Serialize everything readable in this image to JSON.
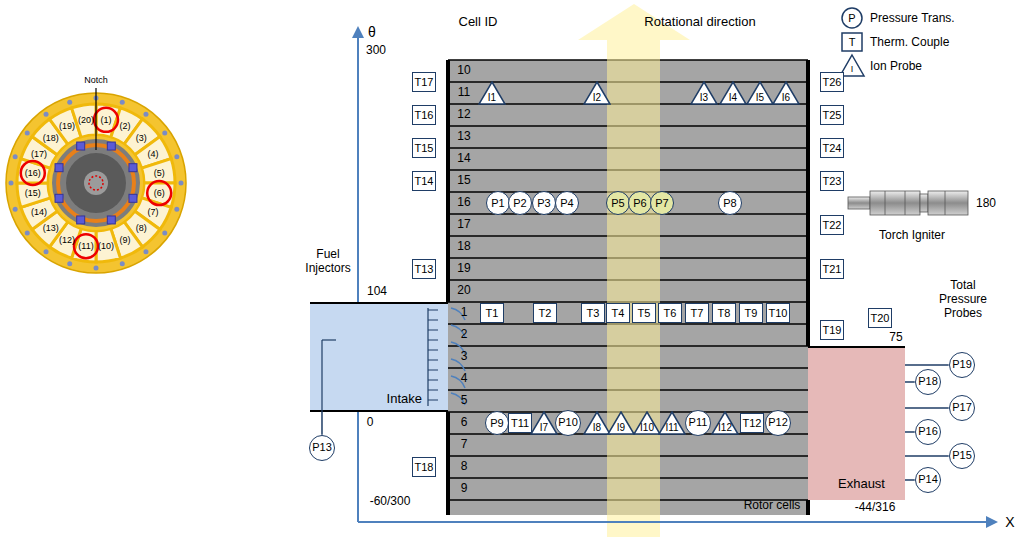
{
  "diagram": {
    "nodes": [
      {
        "text": [
          "T17"
        ]
      },
      {
        "text": [
          "T16"
        ]
      },
      {
        "text": [
          "T15"
        ]
      },
      {
        "text": [
          "T14"
        ]
      },
      {
        "text": [
          "T13"
        ]
      },
      {
        "text": [
          "T18"
        ]
      },
      {
        "text": [
          "I1"
        ]
      },
      {
        "text": [
          "I2"
        ]
      },
      {
        "text": [
          "I3"
        ]
      },
      {
        "text": [
          "I4"
        ]
      },
      {
        "text": [
          "I5"
        ]
      },
      {
        "text": [
          "I6"
        ]
      },
      {
        "text": [
          "P1"
        ]
      },
      {
        "text": [
          "P2"
        ]
      },
      {
        "text": [
          "P3"
        ]
      },
      {
        "text": [
          "P4"
        ]
      },
      {
        "text": [
          "P5"
        ]
      },
      {
        "text": [
          "P6"
        ]
      },
      {
        "text": [
          "P7"
        ]
      },
      {
        "text": [
          "P8"
        ]
      },
      {
        "text": [
          "T1"
        ]
      },
      {
        "text": [
          "T2"
        ]
      },
      {
        "text": [
          "T3"
        ]
      },
      {
        "text": [
          "T4"
        ]
      },
      {
        "text": [
          "T5"
        ]
      },
      {
        "text": [
          "T6"
        ]
      },
      {
        "text": [
          "T7"
        ]
      },
      {
        "text": [
          "T8"
        ]
      },
      {
        "text": [
          "T9"
        ]
      },
      {
        "text": [
          "T10"
        ]
      },
      {
        "text": [
          "P9"
        ]
      },
      {
        "text": [
          "T11"
        ]
      },
      {
        "text": [
          "I7"
        ]
      },
      {
        "text": [
          "P10"
        ]
      },
      {
        "text": [
          "I8"
        ]
      },
      {
        "text": [
          "I9"
        ]
      },
      {
        "text": [
          "I10"
        ]
      },
      {
        "text": [
          "I11"
        ]
      },
      {
        "text": [
          "P11"
        ]
      },
      {
        "text": [
          "I12"
        ]
      },
      {
        "text": [
          "T12"
        ]
      },
      {
        "text": [
          "P12"
        ]
      },
      {
        "text": [
          "T26"
        ]
      },
      {
        "text": [
          "T25"
        ]
      },
      {
        "text": [
          "T24"
        ]
      },
      {
        "text": [
          "T23"
        ]
      },
      {
        "text": [
          "T22"
        ]
      },
      {
        "text": [
          "T21"
        ]
      },
      {
        "text": [
          "T19"
        ]
      },
      {
        "text": [
          "T20"
        ]
      },
      {
        "text": [
          "Intake"
        ]
      },
      {
        "text": [
          "P13"
        ]
      },
      {
        "text": [
          "Exhaust"
        ]
      },
      {
        "text": [
          "P19"
        ]
      },
      {
        "text": [
          "P18"
        ]
      },
      {
        "text": [
          "P17"
        ]
      },
      {
        "text": [
          "P16"
        ]
      },
      {
        "text": [
          "P15"
        ]
      },
      {
        "text": [
          "P14"
        ]
      }
    ],
    "edges": [
      {
        "from": 50,
        "to": 51,
        "arrow": "none"
      },
      {
        "from": 52,
        "to": 53,
        "arrow": "none"
      },
      {
        "from": 52,
        "to": 54,
        "arrow": "none"
      },
      {
        "from": 52,
        "to": 55,
        "arrow": "none"
      },
      {
        "from": 52,
        "to": 56,
        "arrow": "none"
      },
      {
        "from": 52,
        "to": 57,
        "arrow": "none"
      },
      {
        "from": 52,
        "to": 58,
        "arrow": "none"
      }
    ],
    "labels": [
      "θ",
      "300",
      "Cell ID",
      "Rotational direction",
      "P",
      "T",
      "I",
      "10",
      "11",
      "12",
      "13",
      "14",
      "15",
      "16",
      "17",
      "18",
      "19",
      "20",
      "1",
      "2",
      "3",
      "4",
      "5",
      "6",
      "7",
      "8",
      "9",
      "104",
      "Fuel Injectors",
      "180",
      "Torch Igniter",
      "Total Pressure Probes",
      "75",
      "0",
      "-60/300",
      "-44/316",
      "Rotor cells",
      "X",
      "Notch",
      "(1)",
      "(2)",
      "(3)",
      "(4)",
      "(5)",
      "(6)",
      "(7)",
      "(8)",
      "(9)",
      "(10)",
      "(11)",
      "(12)",
      "(13)",
      "(14)",
      "(15)",
      "(16)",
      "(17)",
      "(18)",
      "(19)",
      "(20)"
    ],
    "legend": [
      {
        "text": "Pressure Trans."
      },
      {
        "text": "Therm. Couple"
      },
      {
        "text": "Ion Probe"
      }
    ]
  }
}
